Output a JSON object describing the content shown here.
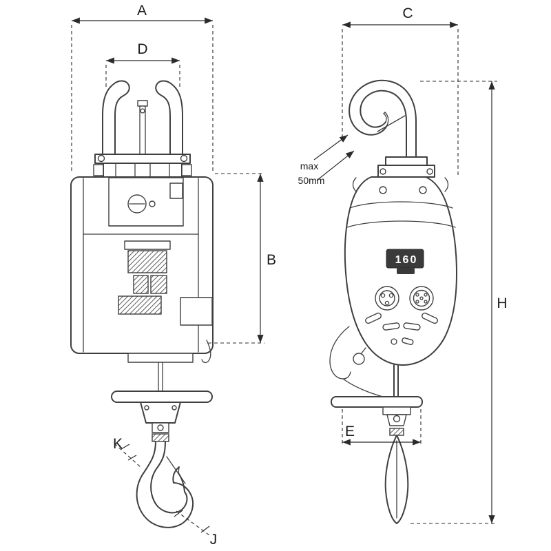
{
  "drawing": {
    "dimensions": {
      "A": "A",
      "B": "B",
      "C": "C",
      "D": "D",
      "E": "E",
      "H": "H",
      "J": "J",
      "K": "K"
    },
    "annotations": {
      "hook_opening_note_line1": "max",
      "hook_opening_note_line2": "50mm"
    },
    "badge": {
      "capacity": "160"
    },
    "colors": {
      "line": "#3f3f3f",
      "dimension_line": "#2b2b2b",
      "text": "#1b1b1b",
      "badge_background": "#3a3a3a",
      "badge_text": "#ffffff",
      "background": "#ffffff"
    }
  }
}
